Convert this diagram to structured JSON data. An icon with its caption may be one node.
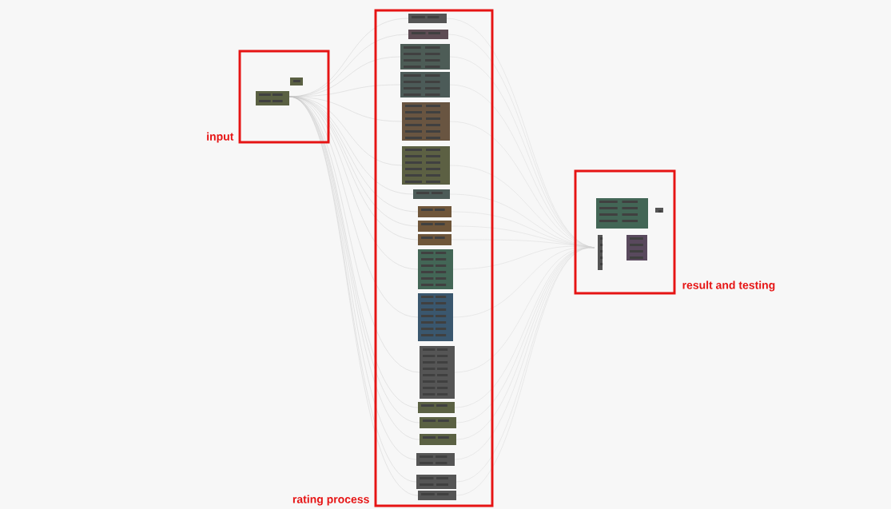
{
  "diagram": {
    "nodes": [
      {
        "text": [
          "input"
        ]
      },
      {
        "text": [
          "rating process"
        ]
      },
      {
        "text": [
          "result and testing"
        ]
      }
    ]
  }
}
